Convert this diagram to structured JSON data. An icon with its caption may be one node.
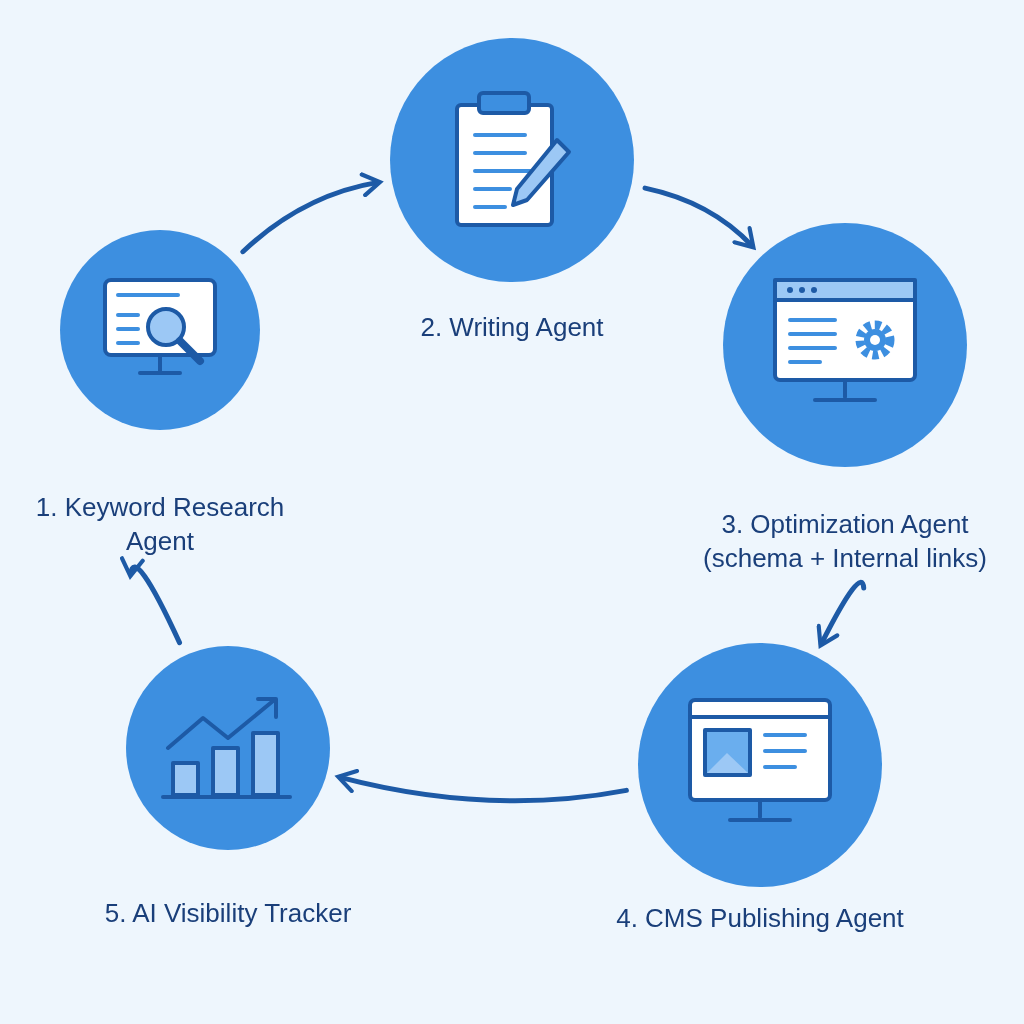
{
  "diagram": {
    "nodes": [
      {
        "text": [
          "1. Keyword Research Agent"
        ]
      },
      {
        "text": [
          "2. Writing Agent"
        ]
      },
      {
        "text": [
          "3. Optimization Agent (schema + Internal links)"
        ]
      },
      {
        "text": [
          "4. CMS Publishing Agent"
        ]
      },
      {
        "text": [
          "5. AI Visibility Tracker"
        ]
      }
    ],
    "edges": [
      {
        "from": 0,
        "to": 1,
        "arrow": "to"
      },
      {
        "from": 1,
        "to": 2,
        "arrow": "to"
      },
      {
        "from": 2,
        "to": 3,
        "arrow": "to"
      },
      {
        "from": 3,
        "to": 4,
        "arrow": "to"
      },
      {
        "from": 4,
        "to": 0,
        "arrow": "to"
      }
    ]
  }
}
